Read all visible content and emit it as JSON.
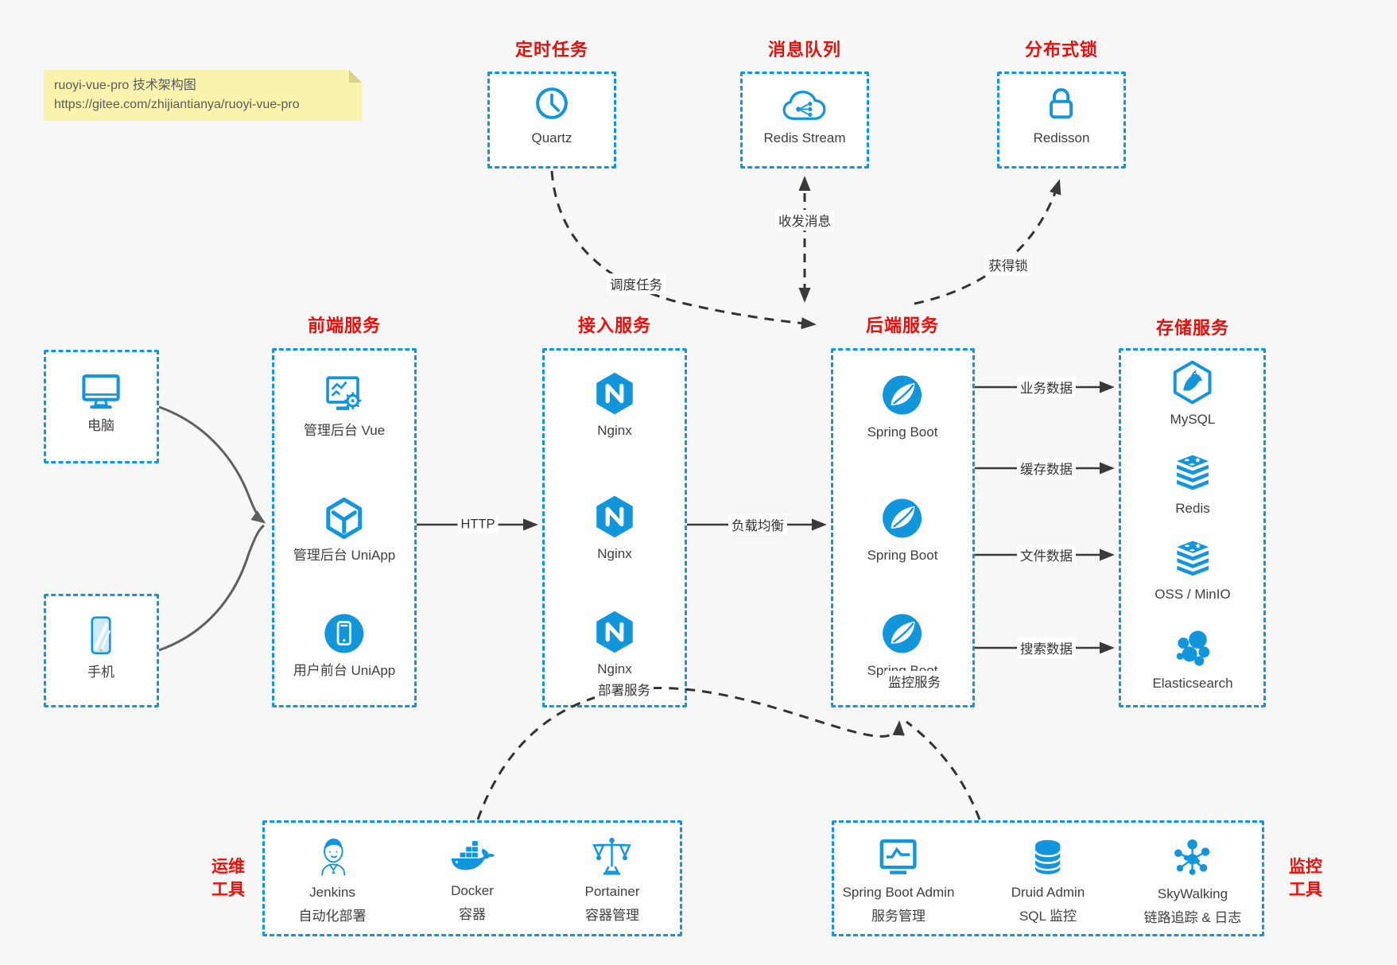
{
  "title_note": {
    "line1": "ruoyi-vue-pro 技术架构图",
    "line2": "https://gitee.com/zhijiantianya/ruoyi-vue-pro"
  },
  "colors": {
    "accent_blue": "#1296db",
    "title_red": "#e8100c",
    "arrow_dark": "#3a3a3a",
    "arrow_gray": "#5f5f5f",
    "note_bg": "#faf3ae",
    "canvas_bg": "#f7f7f7"
  },
  "top_services": [
    {
      "title": "定时任务",
      "label": "Quartz",
      "icon": "clock-icon"
    },
    {
      "title": "消息队列",
      "label": "Redis Stream",
      "icon": "cloud-share-icon"
    },
    {
      "title": "分布式锁",
      "label": "Redisson",
      "icon": "lock-icon"
    }
  ],
  "clients": [
    {
      "label": "电脑",
      "icon": "desktop-icon"
    },
    {
      "label": "手机",
      "icon": "mobile-icon"
    }
  ],
  "groups": {
    "frontend": {
      "title": "前端服务",
      "items": [
        {
          "label": "管理后台 Vue",
          "icon": "admin-dashboard-icon"
        },
        {
          "label": "管理后台 UniApp",
          "icon": "uniapp-cube-icon"
        },
        {
          "label": "用户前台 UniApp",
          "icon": "uniapp-phone-icon"
        }
      ]
    },
    "gateway": {
      "title": "接入服务",
      "items": [
        {
          "label": "Nginx",
          "icon": "nginx-icon"
        },
        {
          "label": "Nginx",
          "icon": "nginx-icon"
        },
        {
          "label": "Nginx",
          "icon": "nginx-icon"
        }
      ]
    },
    "backend": {
      "title": "后端服务",
      "items": [
        {
          "label": "Spring Boot",
          "icon": "spring-icon"
        },
        {
          "label": "Spring Boot",
          "icon": "spring-icon"
        },
        {
          "label": "Spring Boot",
          "icon": "spring-icon"
        }
      ]
    },
    "storage": {
      "title": "存储服务",
      "items": [
        {
          "label": "MySQL",
          "icon": "mysql-icon"
        },
        {
          "label": "Redis",
          "icon": "redis-stack-icon"
        },
        {
          "label": "OSS / MinIO",
          "icon": "oss-stack-icon"
        },
        {
          "label": "Elasticsearch",
          "icon": "elasticsearch-icon"
        }
      ]
    }
  },
  "edges": {
    "http": "HTTP",
    "load_balance": "负载均衡",
    "schedule_task": "调度任务",
    "send_receive_message": "收发消息",
    "acquire_lock": "获得锁",
    "business_data": "业务数据",
    "cache_data": "缓存数据",
    "file_data": "文件数据",
    "search_data": "搜索数据",
    "deploy_service": "部署服务",
    "monitor_service": "监控服务"
  },
  "ops_tools": {
    "label_line1": "运维",
    "label_line2": "工具",
    "items": [
      {
        "name": "Jenkins",
        "desc": "自动化部署",
        "icon": "jenkins-icon"
      },
      {
        "name": "Docker",
        "desc": "容器",
        "icon": "docker-icon"
      },
      {
        "name": "Portainer",
        "desc": "容器管理",
        "icon": "portainer-icon"
      }
    ]
  },
  "monitor_tools": {
    "label_line1": "监控",
    "label_line2": "工具",
    "items": [
      {
        "name": "Spring Boot Admin",
        "desc": "服务管理",
        "icon": "sba-monitor-icon"
      },
      {
        "name": "Druid Admin",
        "desc": "SQL 监控",
        "icon": "druid-db-icon"
      },
      {
        "name": "SkyWalking",
        "desc": "链路追踪 & 日志",
        "icon": "skywalking-icon"
      }
    ]
  }
}
